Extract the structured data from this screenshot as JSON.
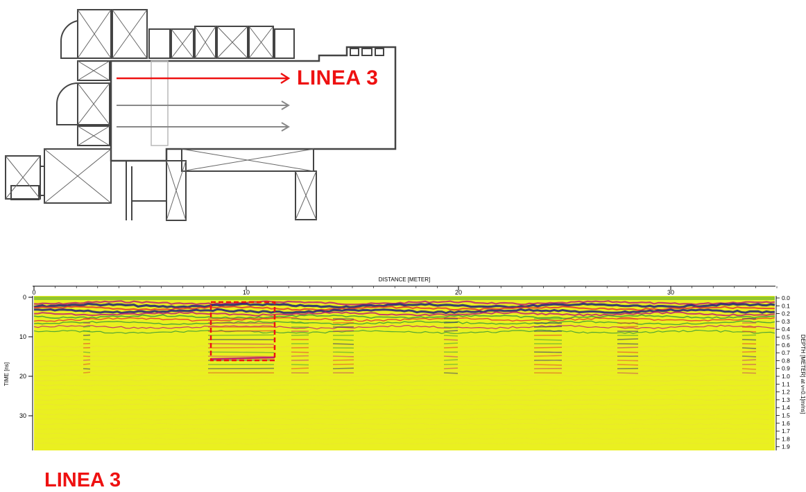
{
  "floor_plan": {
    "line_label": "LINEA 3",
    "colors": {
      "highlight_arrow": "#ee1111",
      "other_arrows": "#888888"
    }
  },
  "radargram": {
    "x_axis_title": "DISTANCE [METER]",
    "x_ticks": [
      "0",
      "10",
      "20",
      "30"
    ],
    "left_axis_title": "TIME [ns]",
    "left_ticks": [
      "0",
      "10",
      "20",
      "30"
    ],
    "right_axis_title": "DEPTH [METER] at v=0.1[m/ns]",
    "right_ticks": [
      "0.0",
      "0.1",
      "0.2",
      "0.3",
      "0.4",
      "0.5",
      "0.6",
      "0.7",
      "0.8",
      "0.9",
      "1.0",
      "1.1",
      "1.2",
      "1.3",
      "1.4",
      "1.5",
      "1.6",
      "1.7",
      "1.8",
      "1.9"
    ],
    "colors": {
      "background": "#eaf020",
      "dark_band": "#1f1f7a",
      "magenta": "#c02070",
      "red": "#e03030",
      "green": "#3a9a3a",
      "anomaly_box": "#ee1111"
    }
  },
  "caption": "LINEA 3"
}
